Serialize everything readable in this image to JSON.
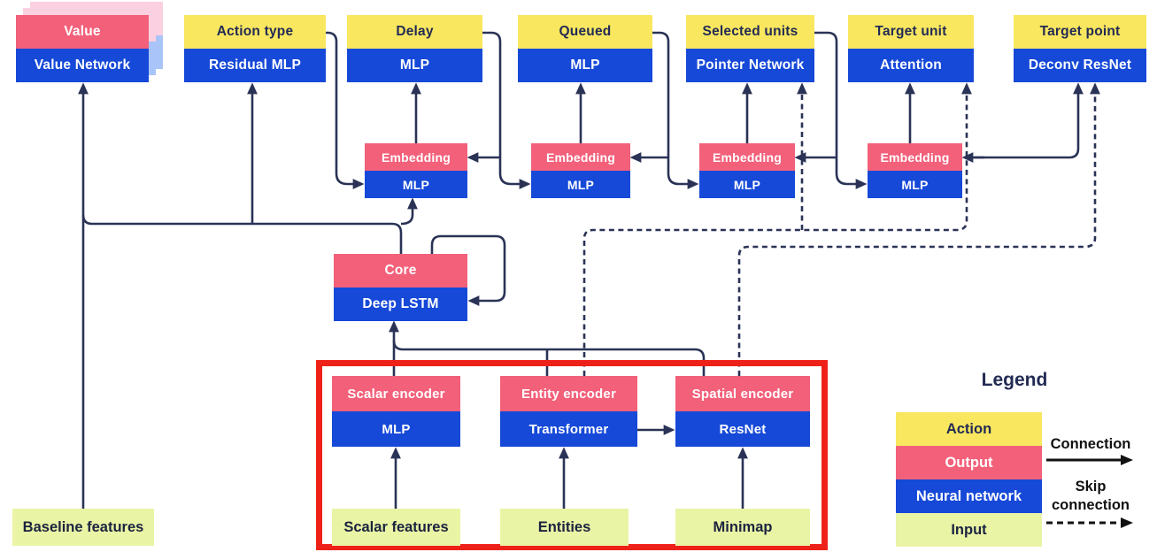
{
  "palette": {
    "action_yellow": "#F8E75F",
    "output_pink": "#F2607A",
    "network_blue": "#1649D8",
    "input_green": "#EAF4A5",
    "line_navy": "#2A3356",
    "highlight_red": "#EE2118",
    "stack_shadow_pink": "#FBD0E1",
    "stack_shadow_blue": "#A9C4F8"
  },
  "top_row": [
    {
      "head": "Value",
      "body": "Value Network"
    },
    {
      "head": "Action type",
      "body": "Residual MLP"
    },
    {
      "head": "Delay",
      "body": "MLP"
    },
    {
      "head": "Queued",
      "body": "MLP"
    },
    {
      "head": "Selected units",
      "body": "Pointer Network"
    },
    {
      "head": "Target unit",
      "body": "Attention"
    },
    {
      "head": "Target point",
      "body": "Deconv ResNet"
    }
  ],
  "embeddings": [
    {
      "head": "Embedding",
      "body": "MLP"
    },
    {
      "head": "Embedding",
      "body": "MLP"
    },
    {
      "head": "Embedding",
      "body": "MLP"
    },
    {
      "head": "Embedding",
      "body": "MLP"
    }
  ],
  "core": {
    "head": "Core",
    "body": "Deep LSTM"
  },
  "encoders": [
    {
      "head": "Scalar encoder",
      "body": "MLP"
    },
    {
      "head": "Entity encoder",
      "body": "Transformer"
    },
    {
      "head": "Spatial encoder",
      "body": "ResNet"
    }
  ],
  "inputs": {
    "baseline": "Baseline features",
    "scalar": "Scalar features",
    "entities": "Entities",
    "minimap": "Minimap"
  },
  "legend": {
    "title": "Legend",
    "rows": [
      {
        "label": "Action"
      },
      {
        "label": "Output"
      },
      {
        "label": "Neural network"
      },
      {
        "label": "Input"
      }
    ],
    "connection_label": "Connection",
    "skip_connection_label": "Skip connection"
  }
}
